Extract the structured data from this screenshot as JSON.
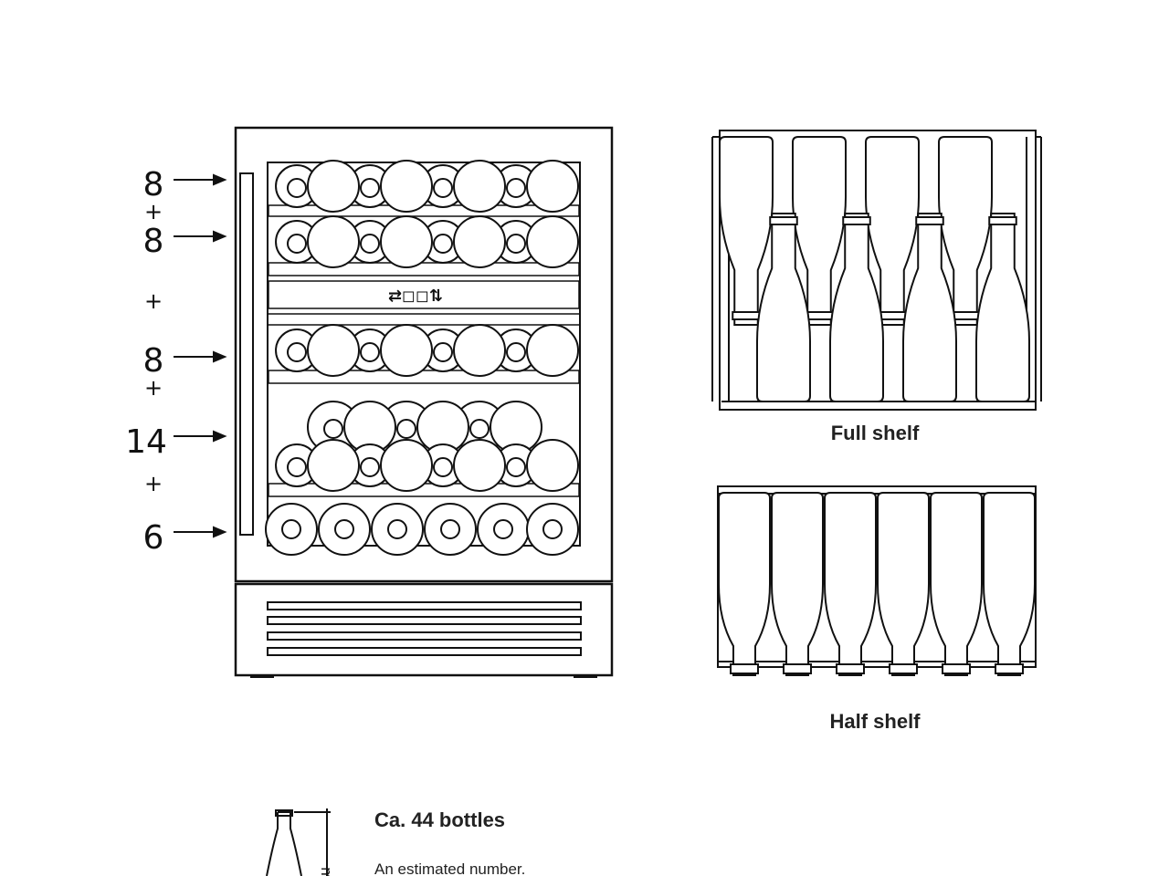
{
  "capacity_labels": {
    "row1": "8",
    "plus1": "+",
    "row2": "8",
    "plus2": "+",
    "row3": "8",
    "plus3": "+",
    "row4": "14",
    "plus4": "+",
    "row5": "6"
  },
  "control_panel_icons": "⇄◻◻⇅",
  "captions": {
    "full_shelf": "Full shelf",
    "half_shelf": "Half shelf"
  },
  "bottle_info": {
    "total": "Ca. 44 bottles",
    "note": "An estimated number.",
    "dimension_fragment": "m"
  }
}
